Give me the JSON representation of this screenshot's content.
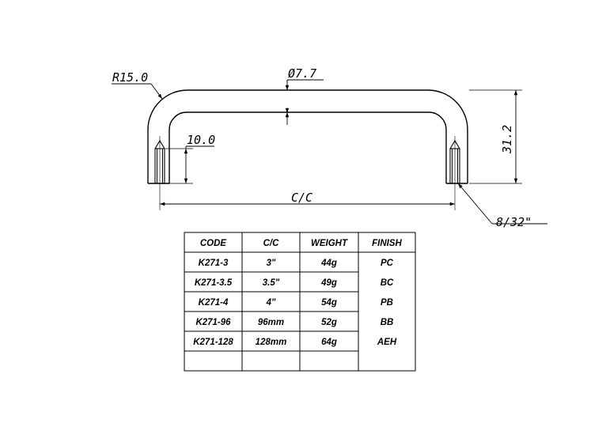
{
  "dimensions": {
    "radius": "R15.0",
    "diameter": "Ø7.7",
    "height": "31.2",
    "thread_depth": "10.0",
    "center_to_center": "C/C",
    "thread": "8/32\""
  },
  "table": {
    "headers": [
      "CODE",
      "C/C",
      "WEIGHT",
      "FINISH"
    ],
    "rows": [
      [
        "K271-3",
        "3\"",
        "44g"
      ],
      [
        "K271-3.5",
        "3.5\"",
        "49g"
      ],
      [
        "K271-4",
        "4\"",
        "54g"
      ],
      [
        "K271-96",
        "96mm",
        "52g"
      ],
      [
        "K271-128",
        "128mm",
        "64g"
      ],
      [
        "",
        "",
        ""
      ]
    ],
    "finishes": [
      "PC",
      "BC",
      "PB",
      "BB",
      "AEH"
    ]
  }
}
